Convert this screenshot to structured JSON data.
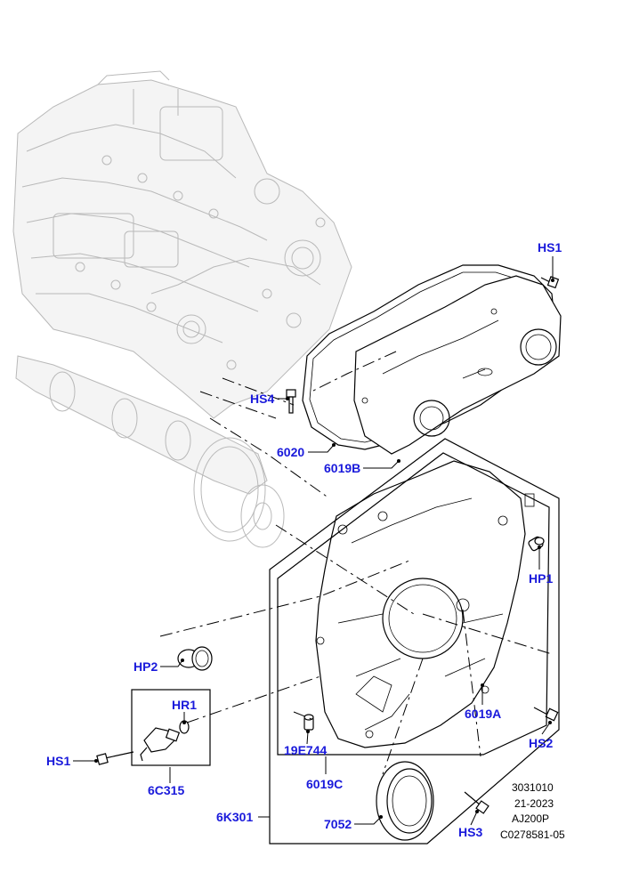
{
  "callouts": {
    "hs1_top": "HS1",
    "hs4": "HS4",
    "p6020": "6020",
    "p6019b": "6019B",
    "hp1": "HP1",
    "hp2": "HP2",
    "hr1": "HR1",
    "hs1_left": "HS1",
    "p6c315": "6C315",
    "p19e744": "19E744",
    "p6019c": "6019C",
    "p6019a": "6019A",
    "hs2": "HS2",
    "p6k301": "6K301",
    "p7052": "7052",
    "hs3": "HS3"
  },
  "reference_block": {
    "line1": "3031010",
    "line2": "21-2023",
    "line3": "AJ200P",
    "line4": "C0278581-05"
  },
  "colors": {
    "callout_text": "#1a1adb",
    "ghost_engine": "#b9b9b9",
    "part_outline": "#000000"
  }
}
